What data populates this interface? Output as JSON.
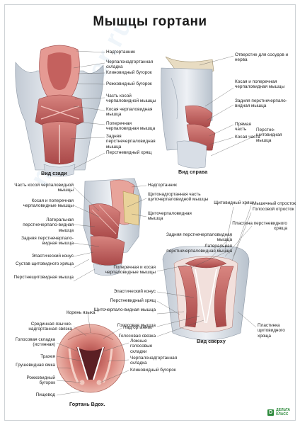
{
  "title": "Мышцы гортани",
  "watermark": "medposter.ru",
  "logo": {
    "mark": "D",
    "line1": "ДЕЛЬТА",
    "line2": "КЛАСС"
  },
  "colors": {
    "muscle": "#c96a6a",
    "muscle_dark": "#9e3c3c",
    "cartilage": "#dde3ea",
    "cartilage_dark": "#aab4c0",
    "mucosa": "#e7a9a3"
  },
  "fig1": {
    "caption": "Вид сзади",
    "labels": [
      "Надгортанник",
      "Черпалонадгортанная складка",
      "Клиновидный бугорок",
      "Рожковидный бугорок",
      "Часть косой черпаловидной мышцы",
      "Косая черпаловидная мышца",
      "Поперечная черпаловидная мышца",
      "Задняя перстнечерпаловидная мышца",
      "Перстневидный хрящ"
    ]
  },
  "fig2": {
    "caption": "Вид справа",
    "labels": [
      "Отверстие для сосудов и нерва",
      "Косая и поперечная черпаловидная мышцы",
      "Задняя перстнечерпало-видная мышца",
      "Прямая часть",
      "Косая часть",
      "Перстне-щитовидная мышца"
    ]
  },
  "fig3": {
    "left_labels": [
      "Часть косой черпаловидной мышцы",
      "Косая и поперечная черпаловидные мышцы",
      "Латеральная перстнечерпало-видная мышца",
      "Задняя перстнечерпало-видная мышца",
      "Эластический конус",
      "Сустав щитовидного хряща",
      "Перстнещитовидная мышца"
    ],
    "right_labels": [
      "Надгортанник",
      "Щитонадгортанная часть щиточерпаловидной мышцы",
      "Щиточерпаловидная мышца"
    ]
  },
  "fig4": {
    "caption": "Вид сверху",
    "top_labels": [
      "Щитовидный хрящ",
      "Мышечный отросток",
      "Голосовой отросток",
      "Пластина перстневидного хряща",
      "Задняя перстнечерпаловидная мышца",
      "Латеральная перстнечерпаловидная мышца"
    ],
    "left_labels": [
      "Поперечная и косая черпаловидные мышцы",
      "Эластический конус",
      "Перстневидный хрящ",
      "Щиточерпало-видная мышца",
      "Голосовая мышца",
      "Голосовая связка"
    ],
    "right_label": "Пластинка щитовидного хряща"
  },
  "fig5": {
    "caption": "Гортань Вдох.",
    "left_labels": [
      "Корень языка",
      "Срединная язычно-надгортанная связка",
      "Голосовая складка (истинная)",
      "Трахея",
      "Грушевидная ямка",
      "Рожковидный бугорок",
      "Пищевод"
    ],
    "right_labels": [
      "Надгортанник",
      "Ложные голосовые складки",
      "Черпалонадгортанная складка",
      "Клиновидный бугорок"
    ]
  }
}
